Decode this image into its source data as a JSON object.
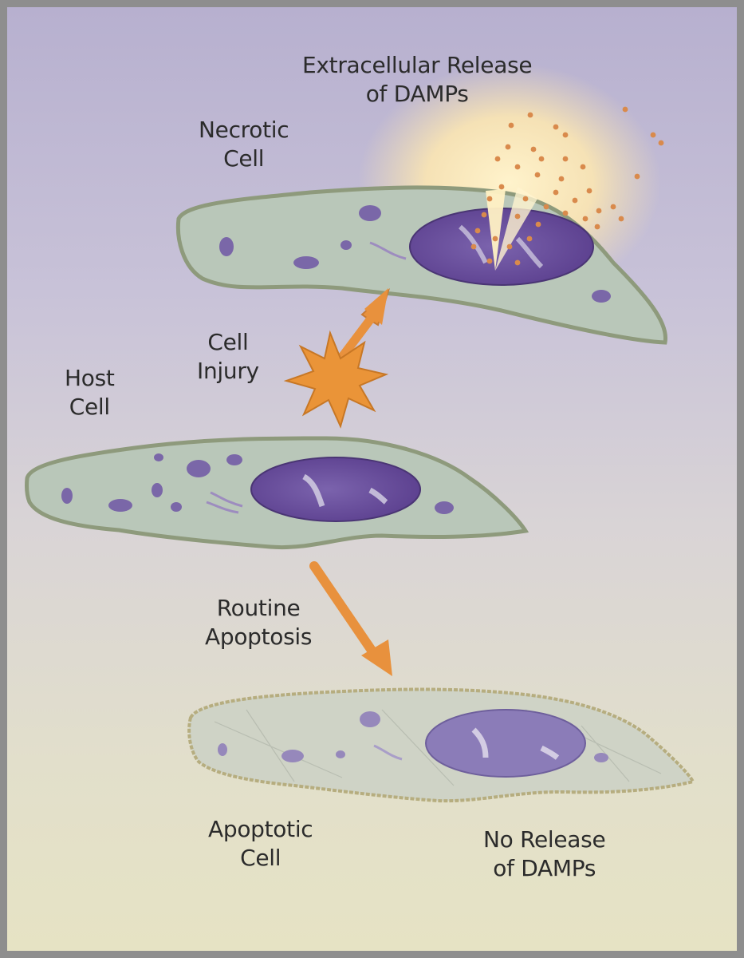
{
  "labels": {
    "extracellular_release": [
      "Extracellular Release",
      "of DAMPs"
    ],
    "necrotic_cell": [
      "Necrotic",
      "Cell"
    ],
    "cell_injury": [
      "Cell",
      "Injury"
    ],
    "host_cell": [
      "Host",
      "Cell"
    ],
    "routine_apoptosis": [
      "Routine",
      "Apoptosis"
    ],
    "apoptotic_cell": [
      "Apoptotic",
      "Cell"
    ],
    "no_release": [
      "No Release",
      "of DAMPs"
    ]
  },
  "colors": {
    "cytoplasm": "#b9c7b9",
    "membrane": "#8e9a7c",
    "nucleus": "#6a4f9c",
    "organelle": "#7a67a8",
    "arrow": "#e8913d",
    "damp_particle": "#d98a4c",
    "glow": "#fff1c4"
  }
}
